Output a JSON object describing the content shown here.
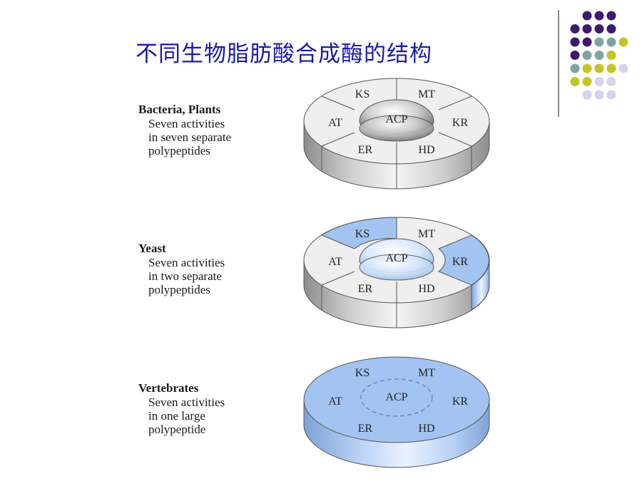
{
  "title": "不同生物脂肪酸合成酶的结构",
  "decor_colors": {
    "purple": "#3d1a6e",
    "teal": "#7fa3a3",
    "olive": "#c4c424",
    "lavender": "#d4d4ec"
  },
  "accent_blue": "#a3c3f0",
  "organisms": [
    {
      "name": "Bacteria, Plants",
      "desc": [
        "Seven activities",
        "in seven separate",
        "polypeptides"
      ],
      "labels": {
        "ks": "KS",
        "mt": "MT",
        "kr": "KR",
        "hd": "HD",
        "er": "ER",
        "at": "AT",
        "acp": "ACP"
      }
    },
    {
      "name": "Yeast",
      "desc": [
        "Seven activities",
        "in two separate",
        "polypeptides"
      ],
      "labels": {
        "ks": "KS",
        "mt": "MT",
        "kr": "KR",
        "hd": "HD",
        "er": "ER",
        "at": "AT",
        "acp": "ACP"
      }
    },
    {
      "name": "Vertebrates",
      "desc": [
        "Seven activities",
        "in one large",
        "polypeptide"
      ],
      "labels": {
        "ks": "KS",
        "mt": "MT",
        "kr": "KR",
        "hd": "HD",
        "er": "ER",
        "at": "AT",
        "acp": "ACP"
      }
    }
  ]
}
